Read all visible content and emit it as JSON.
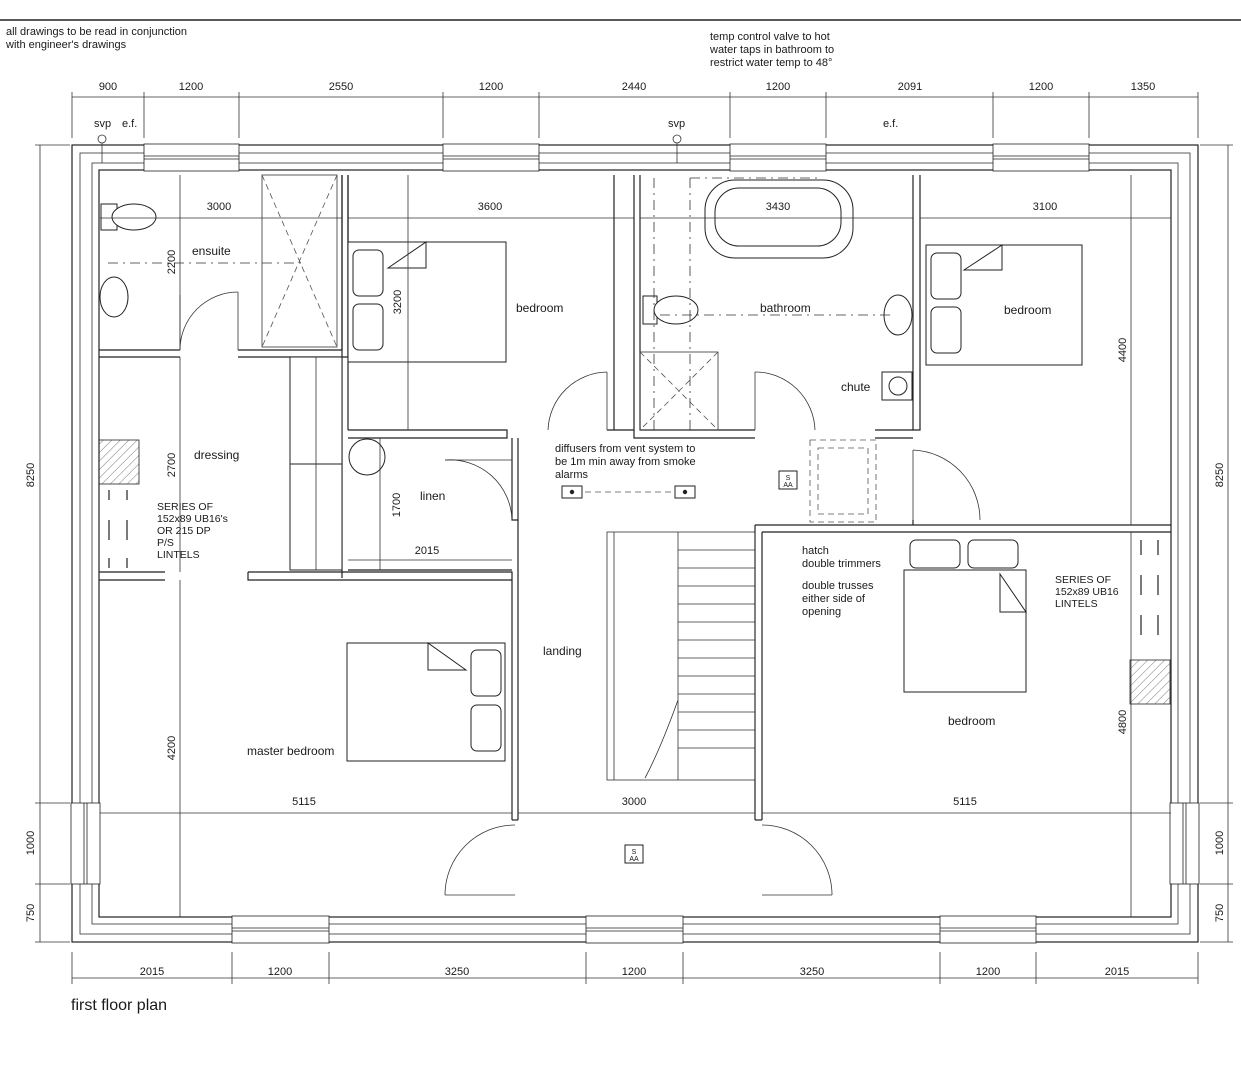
{
  "notes": {
    "general": "all drawings to be read in conjunction\nwith engineer's drawings",
    "valve": "temp control valve to hot\nwater taps in bathroom to\nrestrict water temp to 48°",
    "diffusers": "diffusers from vent system to\nbe 1m min away from smoke\nalarms",
    "lintels_left": "SERIES OF\n152x89 UB16's\nOR 215 DP\nP/S\nLINTELS",
    "lintels_right": "SERIES OF\n152x89 UB16\nLINTELS",
    "hatch": "hatch\ndouble trimmers",
    "trusses": "double trusses\neither side of\nopening"
  },
  "caption": "first floor plan",
  "top_dims": [
    "900",
    "1200",
    "2550",
    "1200",
    "2440",
    "1200",
    "2091",
    "1200",
    "1350"
  ],
  "bottom_dims": [
    "2015",
    "1200",
    "3250",
    "1200",
    "3250",
    "1200",
    "2015"
  ],
  "side_dims_left": [
    "8250",
    "1000",
    "750"
  ],
  "side_dims_right": [
    "8250",
    "1000",
    "750"
  ],
  "labels": {
    "svp": "svp",
    "ef": "e.f.",
    "smoke_alarm": "S\nAA"
  },
  "rooms": {
    "ensuite": "ensuite",
    "dressing": "dressing",
    "bedroom_nw": "bedroom",
    "bathroom": "bathroom",
    "bedroom_ne": "bedroom",
    "chute": "chute",
    "linen": "linen",
    "landing": "landing",
    "master_bedroom": "master bedroom",
    "bedroom_se": "bedroom"
  },
  "room_dims": {
    "ensuite_w": "3000",
    "ensuite_h": "2200",
    "bedroom_nw_w": "3600",
    "bedroom_nw_h": "3200",
    "bathroom_w": "3430",
    "bedroom_ne_w": "3100",
    "bedroom_ne_h": "4400",
    "dressing_h": "2700",
    "linen_h": "1700",
    "linen_w": "2015",
    "master_h": "4200",
    "master_w": "5115",
    "landing_w": "3000",
    "bedroom_se_w": "5115",
    "bedroom_se_h": "4800"
  }
}
